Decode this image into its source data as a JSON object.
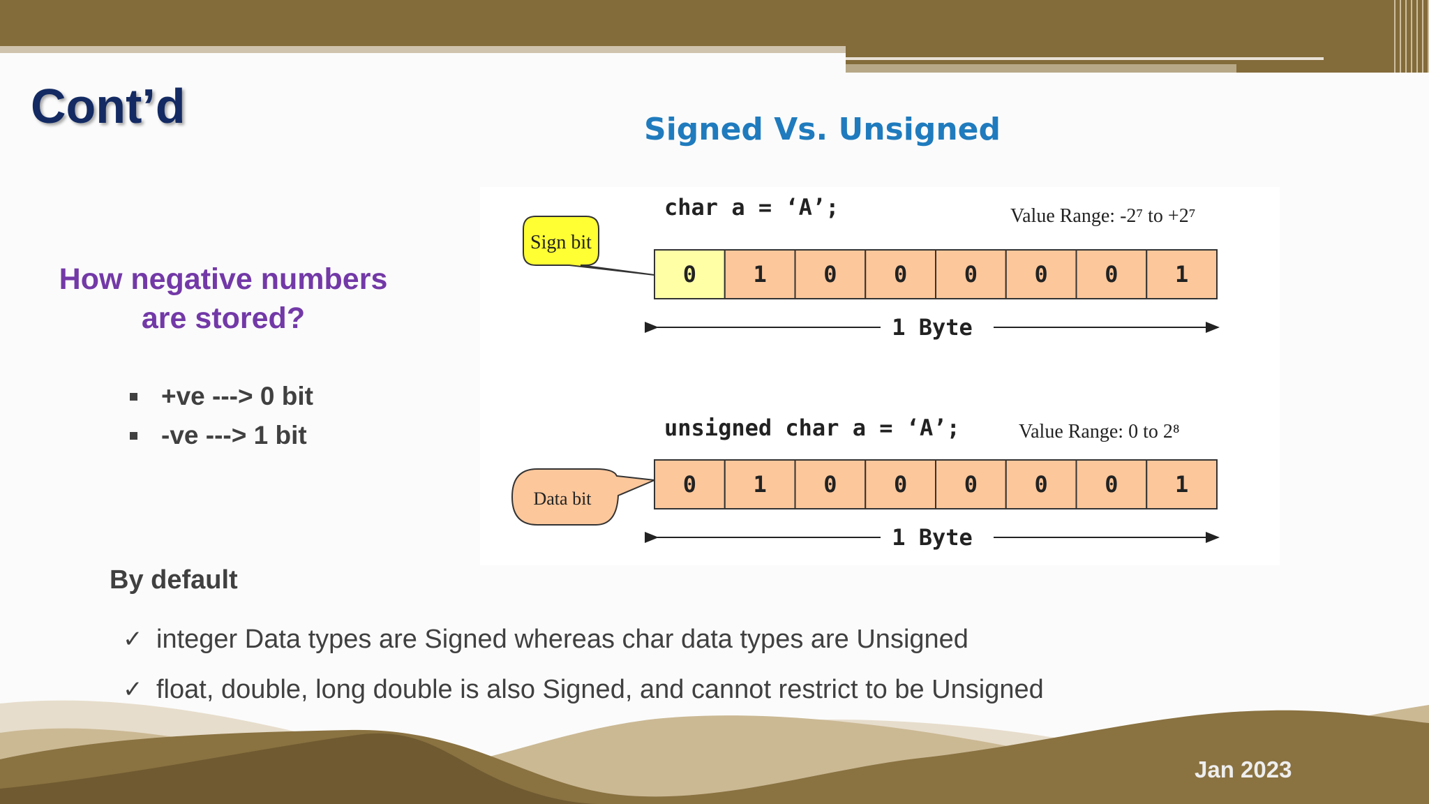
{
  "slide": {
    "title": "Cont’d",
    "diagram_title": "Signed Vs. Unsigned",
    "question": "How negative numbers are stored?",
    "bullets": [
      "+ve --->  0 bit",
      "-ve --->  1 bit"
    ],
    "default_heading": "By default",
    "checks": [
      "integer Data types are Signed whereas char data types are Unsigned",
      "float, double, long double is also Signed, and cannot restrict to be Unsigned"
    ],
    "footer_date": "Jan 2023"
  },
  "diagram": {
    "signed": {
      "code": "char a = ‘A’;",
      "range": "Value Range: -2⁷ to +2⁷",
      "callout": "Sign bit",
      "bits": [
        "0",
        "1",
        "0",
        "0",
        "0",
        "0",
        "0",
        "1"
      ],
      "byte_label": "1 Byte"
    },
    "unsigned": {
      "code": "unsigned char a = ‘A’;",
      "range": "Value Range: 0 to 2⁸",
      "callout": "Data bit",
      "bits": [
        "0",
        "1",
        "0",
        "0",
        "0",
        "0",
        "0",
        "1"
      ],
      "byte_label": "1 Byte"
    }
  },
  "colors": {
    "title": "#132a63",
    "diagram_title": "#1f7bbd",
    "question": "#7339a7",
    "bit_cell": "#fcc79b",
    "sign_bit_cell": "#ffffa6",
    "sign_callout": "#ffff33",
    "data_callout": "#fcc79b",
    "brown": "#836b3a"
  }
}
